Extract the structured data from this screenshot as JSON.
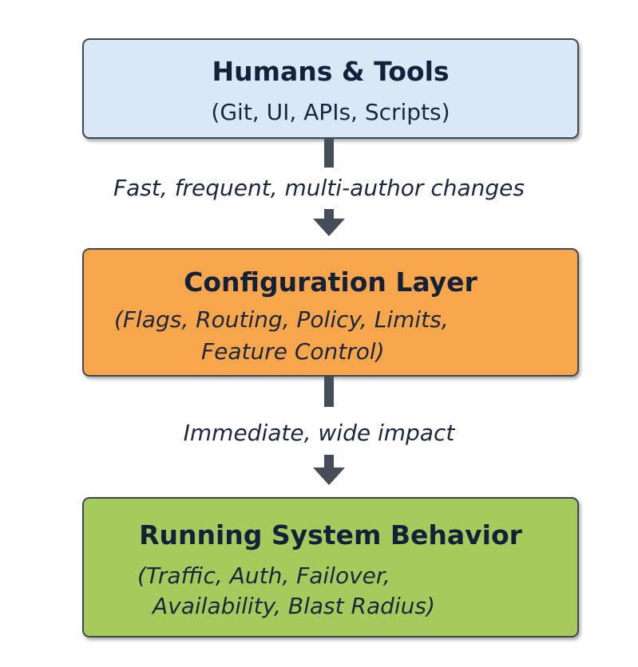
{
  "boxes": {
    "top": {
      "title": "Humans & Tools",
      "subtitle": "(Git, UI, APIs, Scripts)",
      "color": "#d9e8f6"
    },
    "middle": {
      "title": "Configuration Layer",
      "subtitle_line1": "(Flags, Routing, Policy, Limits,",
      "subtitle_line2": "Feature Control)",
      "color": "#f8a64c"
    },
    "bottom": {
      "title": "Running System Behavior",
      "subtitle_line1": "(Traffic, Auth, Failover,",
      "subtitle_line2": "Availability, Blast Radius)",
      "color": "#a7ca5c"
    }
  },
  "edges": {
    "top_to_middle": "Fast, frequent, multi-author changes",
    "middle_to_bottom": "Immediate, wide impact"
  },
  "colors": {
    "border": "#3f4753",
    "arrow": "#454d59",
    "text": "#14213a"
  }
}
